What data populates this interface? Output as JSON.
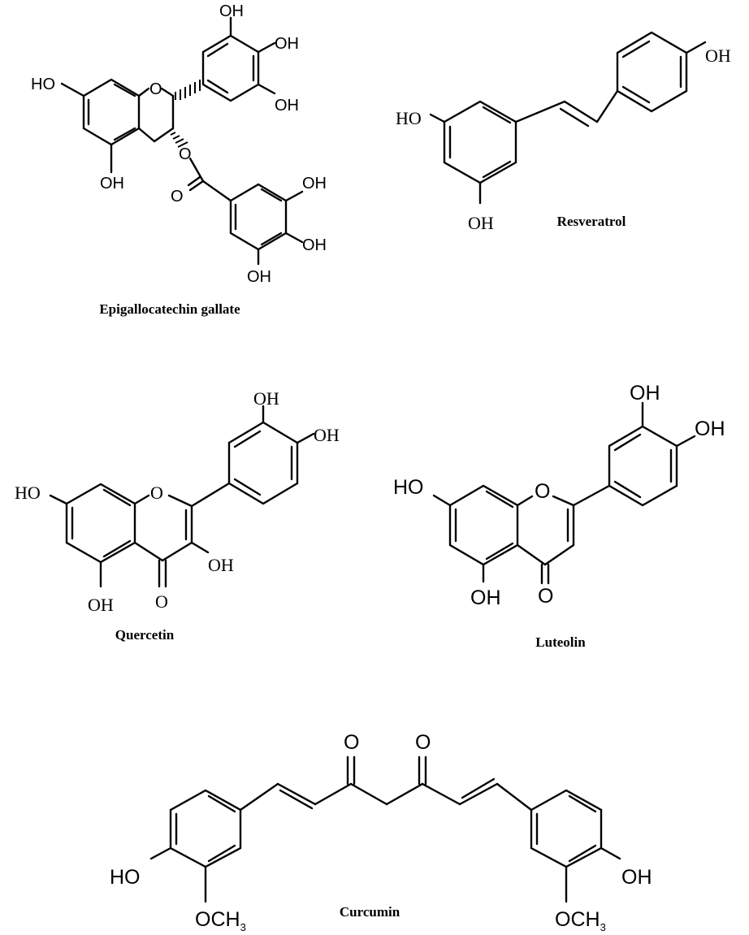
{
  "molecules": [
    {
      "name": "Epigallocatechin gallate",
      "atoms": {
        "oh1": "OH",
        "oh2": "OH",
        "oh3": "OH",
        "ho4": "HO",
        "o_ring": "O",
        "oh5": "OH",
        "o_ester": "O",
        "o_carbonyl": "O",
        "oh6": "OH",
        "oh7": "OH",
        "oh8": "OH"
      }
    },
    {
      "name": "Resveratrol",
      "atoms": {
        "oh1": "OH",
        "ho2": "HO",
        "oh3": "OH"
      }
    },
    {
      "name": "Quercetin",
      "atoms": {
        "oh1": "OH",
        "oh2": "OH",
        "ho3": "HO",
        "o_ring": "O",
        "oh4": "OH",
        "o_carbonyl": "O",
        "oh5": "OH"
      }
    },
    {
      "name": "Luteolin",
      "atoms": {
        "oh1": "OH",
        "oh2": "OH",
        "ho3": "HO",
        "o_ring": "O",
        "oh4": "OH",
        "o_carbonyl": "O"
      }
    },
    {
      "name": "Curcumin",
      "atoms": {
        "o1": "O",
        "o2": "O",
        "ho": "HO",
        "oh": "OH",
        "och3_left": "OCH",
        "och3_right": "OCH",
        "sub3": "3"
      }
    }
  ]
}
